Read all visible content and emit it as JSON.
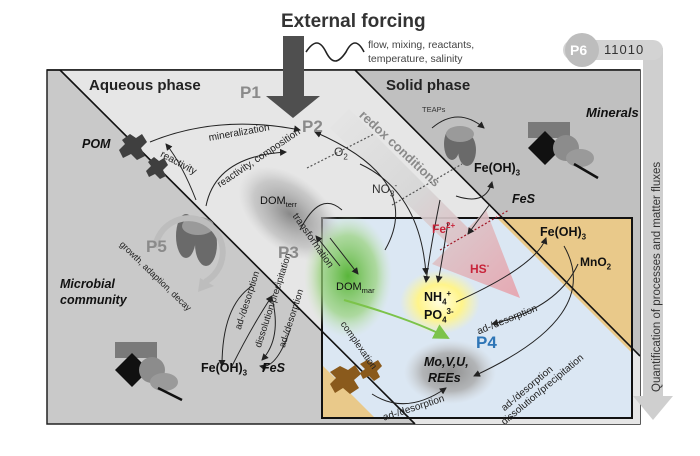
{
  "forcing": {
    "title": "External forcing",
    "details_line1": "flow, mixing, reactants,",
    "details_line2": "temperature, salinity"
  },
  "p6": {
    "label": "P6",
    "bits": "11010"
  },
  "side_caption": "Quantification of processes and matter fluxes",
  "phases": {
    "aqueous": "Aqueous phase",
    "solid": "Solid phase"
  },
  "process_labels": {
    "p1": "P1",
    "p2": "P2",
    "p3": "P3",
    "p4": "P4",
    "p5": "P5"
  },
  "redox": {
    "title": "redox conditions",
    "o2": "O",
    "o2_sub": "2",
    "no3": "NO",
    "no3_sub": "3",
    "no3_sup": "-"
  },
  "teaps": "TEAPs",
  "ions": {
    "fe2_base": "Fe",
    "fe2_sup": "2+",
    "hs_base": "HS",
    "hs_sup": "-",
    "nh4_base": "NH",
    "nh4_sub": "4",
    "nh4_sup": "+",
    "po4_base": "PO",
    "po4_sub": "4",
    "po4_sup": "3-"
  },
  "metals": {
    "line1": "Mo,V,U,",
    "line2": "REEs"
  },
  "minerals": {
    "title": "Minerals",
    "feoh3_base": "Fe(OH)",
    "feoh3_sub": "3",
    "fes": "FeS",
    "mno2_base": "MnO",
    "mno2_sub": "2"
  },
  "dom": {
    "terr_base": "DOM",
    "terr_sub": "terr",
    "mar_base": "DOM",
    "mar_sub": "mar"
  },
  "organisms": {
    "pom": "POM",
    "microbial_line1": "Microbial",
    "microbial_line2": "community"
  },
  "process_text": {
    "mineralization": "mineralization",
    "reactivity": "reactivity",
    "reactivity_composition": "reactivity, composition",
    "transformation": "transformation",
    "growth": "growth, adaption, decay",
    "ad_desorption": "ad-/desorption",
    "dissolution": "dissolution/precipitation",
    "complexation": "complexation"
  },
  "colors": {
    "aqueous_gray": "#c9c9c9",
    "solid_gray": "#c0c0c0",
    "center_light": "#e6e6e6",
    "p4_blue": "#dbe7f3",
    "sediment_tan": "#e9c98a",
    "redox_red": "#c8243a",
    "complexation_green": "#7cc34a",
    "p4_label_blue": "#2e75b6",
    "yellow_glow": "#fff8a0"
  }
}
